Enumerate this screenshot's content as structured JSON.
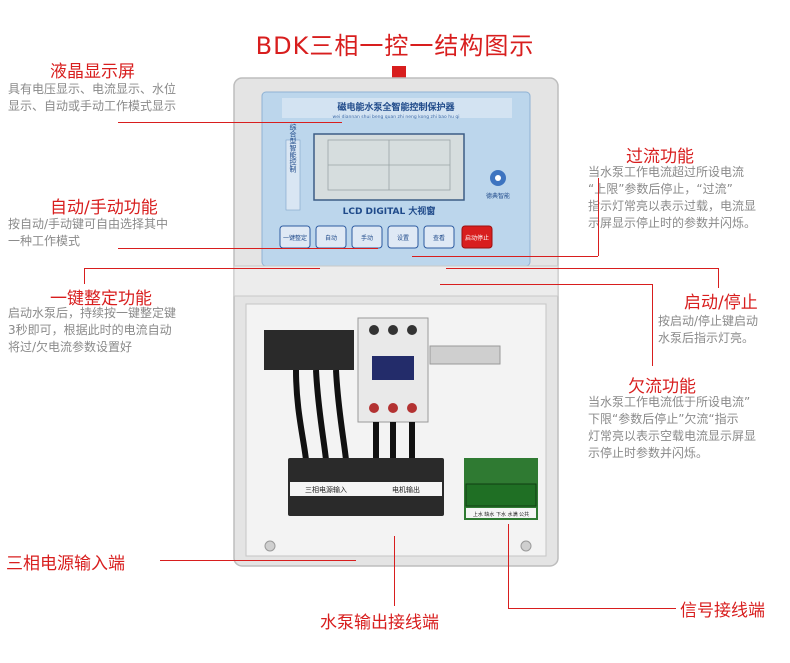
{
  "title": "BDK三相一控一结构图示",
  "labels": {
    "lcd": {
      "heading": "液晶显示屏",
      "line1": "具有电压显示、电流显示、水位",
      "line2": "显示、自动或手动工作模式显示"
    },
    "auto_manual": {
      "heading": "自动/手动功能",
      "line1": "按自动/手动键可自由选择其中",
      "line2": "一种工作模式"
    },
    "one_key": {
      "heading": "一键整定功能",
      "line1": "启动水泵后，持续按一键整定键",
      "line2": "3秒即可，根据此时的电流自动",
      "line3": "将过/欠电流参数设置好"
    },
    "overcurrent": {
      "heading": "过流功能",
      "line1": "当水泵工作电流超过所设电流",
      "line2": "“上限”参数后停止，“过流”",
      "line3": "指示灯常亮以表示过载，电流显",
      "line4": "示屏显示停止时的参数并闪烁。"
    },
    "start_stop": {
      "heading": "启动/停止",
      "line1": "按启动/停止键启动",
      "line2": "水泵后指示灯亮。"
    },
    "undercurrent": {
      "heading": "欠流功能",
      "line1": "当水泵工作电流低于所设电流”",
      "line2": "下限“参数后停止”欠流“指示",
      "line3": "灯常亮以表示空载电流显示屏显",
      "line4": "示停止时参数并闪烁。"
    },
    "power_input": {
      "heading": "三相电源输入端"
    },
    "pump_output": {
      "heading": "水泵输出接线端"
    },
    "signal": {
      "heading": "信号接线端"
    }
  },
  "device": {
    "header_text": "磁电能水泵全智能控制保护器",
    "header_sub": "wei diannan shui beng quan zhi neng kong zhi bao hu qi",
    "side_text": "综合型智能控制",
    "lcd_label": "LCD DIGITAL 大视窗",
    "brand": "德典智能",
    "buttons": [
      "一键整定",
      "自动",
      "手动",
      "设置",
      "查看",
      "启动停止"
    ],
    "terminal_left": "三相电源输入",
    "terminal_right": "电机输出",
    "signal_strip": "上水 缺水 下水 水满 公共"
  },
  "colors": {
    "accent": "#d81e1e",
    "lcd_blue": "#bcd6ec",
    "enclosure": "#e6e6e6",
    "button_red": "#d81e1e"
  }
}
